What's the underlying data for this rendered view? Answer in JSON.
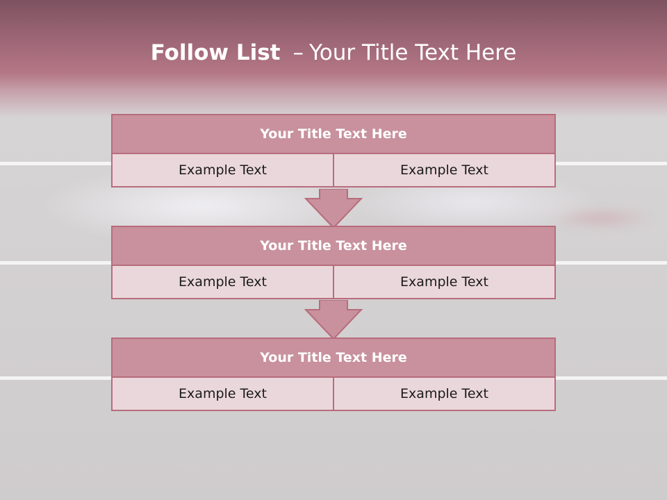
{
  "slide": {
    "title_bold": "Follow List",
    "title_separator": "–",
    "title_rest": "Your Title Text Here"
  },
  "colors": {
    "header_band": "#b47785",
    "box_header": "#c8919d",
    "box_body": "#ead7db",
    "box_border": "#b76c7c",
    "arrow_fill": "#c8919d"
  },
  "steps": [
    {
      "title": "Your Title Text Here",
      "left": "Example Text",
      "right": "Example Text"
    },
    {
      "title": "Your Title Text Here",
      "left": "Example Text",
      "right": "Example Text"
    },
    {
      "title": "Your Title Text Here",
      "left": "Example Text",
      "right": "Example Text"
    }
  ],
  "connectors": [
    {
      "icon": "down-arrow-icon"
    },
    {
      "icon": "down-arrow-icon"
    }
  ]
}
